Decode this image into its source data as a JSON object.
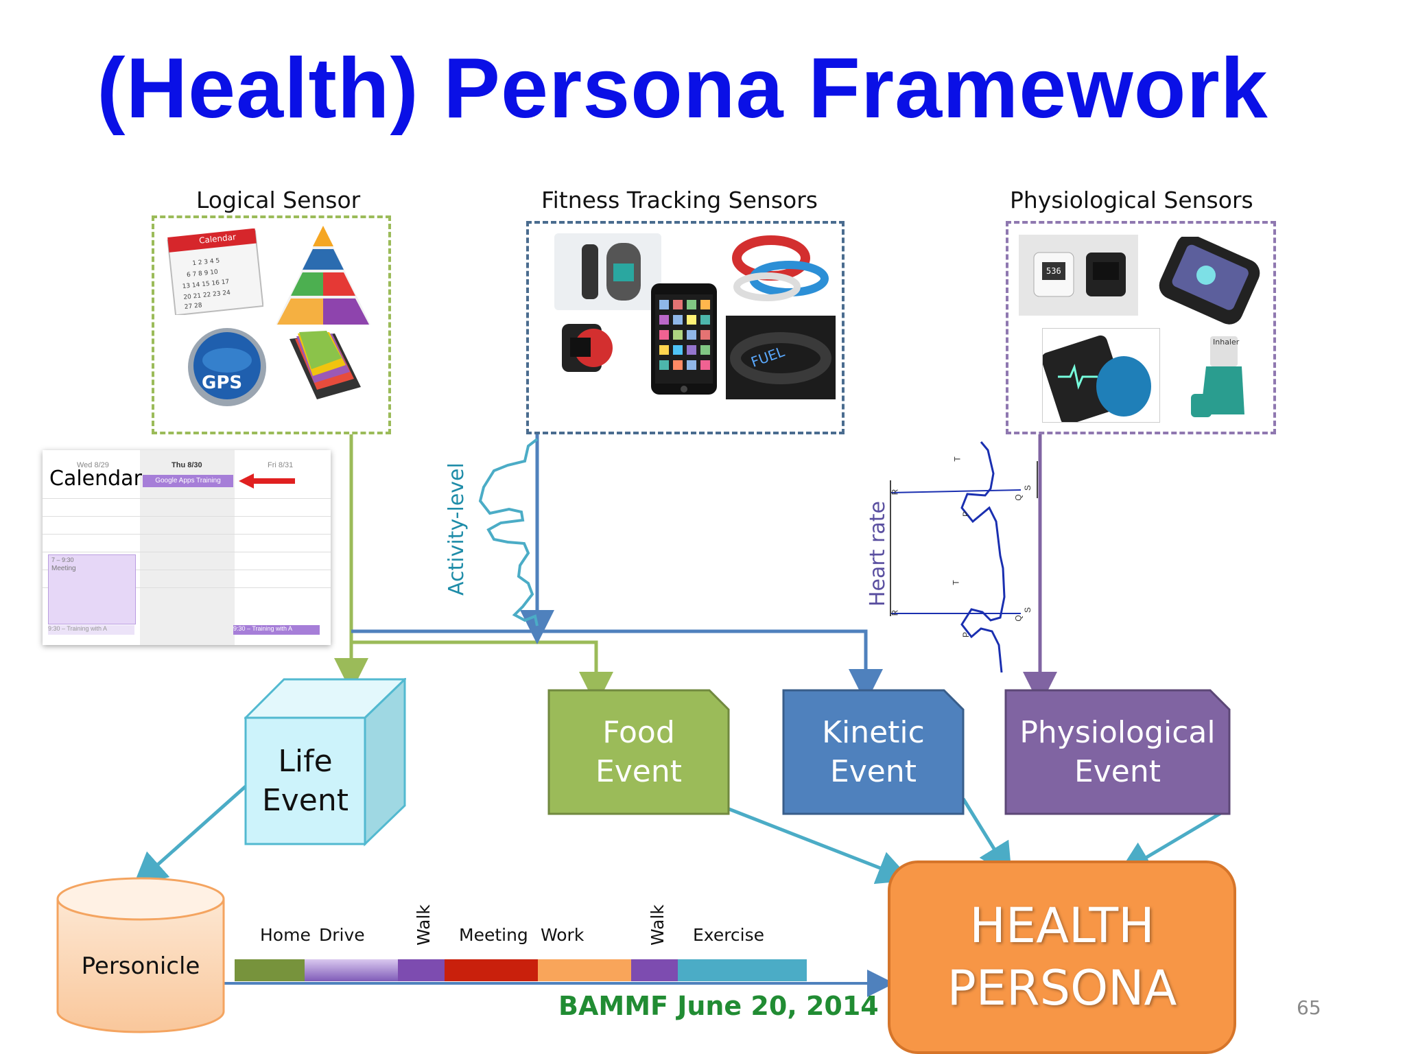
{
  "title": "(Health) Persona Framework",
  "groups": {
    "logical": "Logical Sensor",
    "fitness": "Fitness Tracking Sensors",
    "physio": "Physiological Sensors"
  },
  "logical_icons": {
    "calendar": "Calendar",
    "gps": "GPS"
  },
  "fitness_icons": {
    "fuel": "FUEL"
  },
  "physio_icons": {
    "watch_time": "536",
    "inhaler": "Inhaler"
  },
  "calendar_widget": {
    "label": "Calendar",
    "days": [
      "Wed 8/29",
      "Thu 8/30",
      "Fri 8/31"
    ],
    "event_main": "Google Apps Training",
    "event_meeting_time": "7 – 9:30",
    "event_meeting": "Meeting",
    "event_training_1": "9:30 – Training with A",
    "event_training_2": "9:30 – Training with A"
  },
  "signals": {
    "activity": "Activity-level",
    "heart": "Heart rate"
  },
  "ecg_labels": [
    "T",
    "R",
    "Q",
    "S",
    "P",
    "T",
    "R",
    "Q",
    "S",
    "P"
  ],
  "events": {
    "life": [
      "Life",
      "Event"
    ],
    "food": [
      "Food",
      "Event"
    ],
    "kinetic": [
      "Kinetic",
      "Event"
    ],
    "physio": [
      "Physiological",
      "Event"
    ]
  },
  "personicle": "Personicle",
  "health_persona": [
    "HEALTH",
    "PERSONA"
  ],
  "timeline": {
    "labels": {
      "home": "Home",
      "drive": "Drive",
      "walk1": "Walk",
      "meeting": "Meeting",
      "work": "Work",
      "walk2": "Walk",
      "exercise": "Exercise"
    }
  },
  "footer": "BAMMF June 20, 2014",
  "slide_number": "65",
  "colors": {
    "title": "#0a10e6",
    "logical": "#9bbb59",
    "fitness": "#4f81bd",
    "physio": "#8064a2",
    "life_fill": "#cdf3fb",
    "health_persona": "#f79646",
    "footer": "#218c33"
  }
}
